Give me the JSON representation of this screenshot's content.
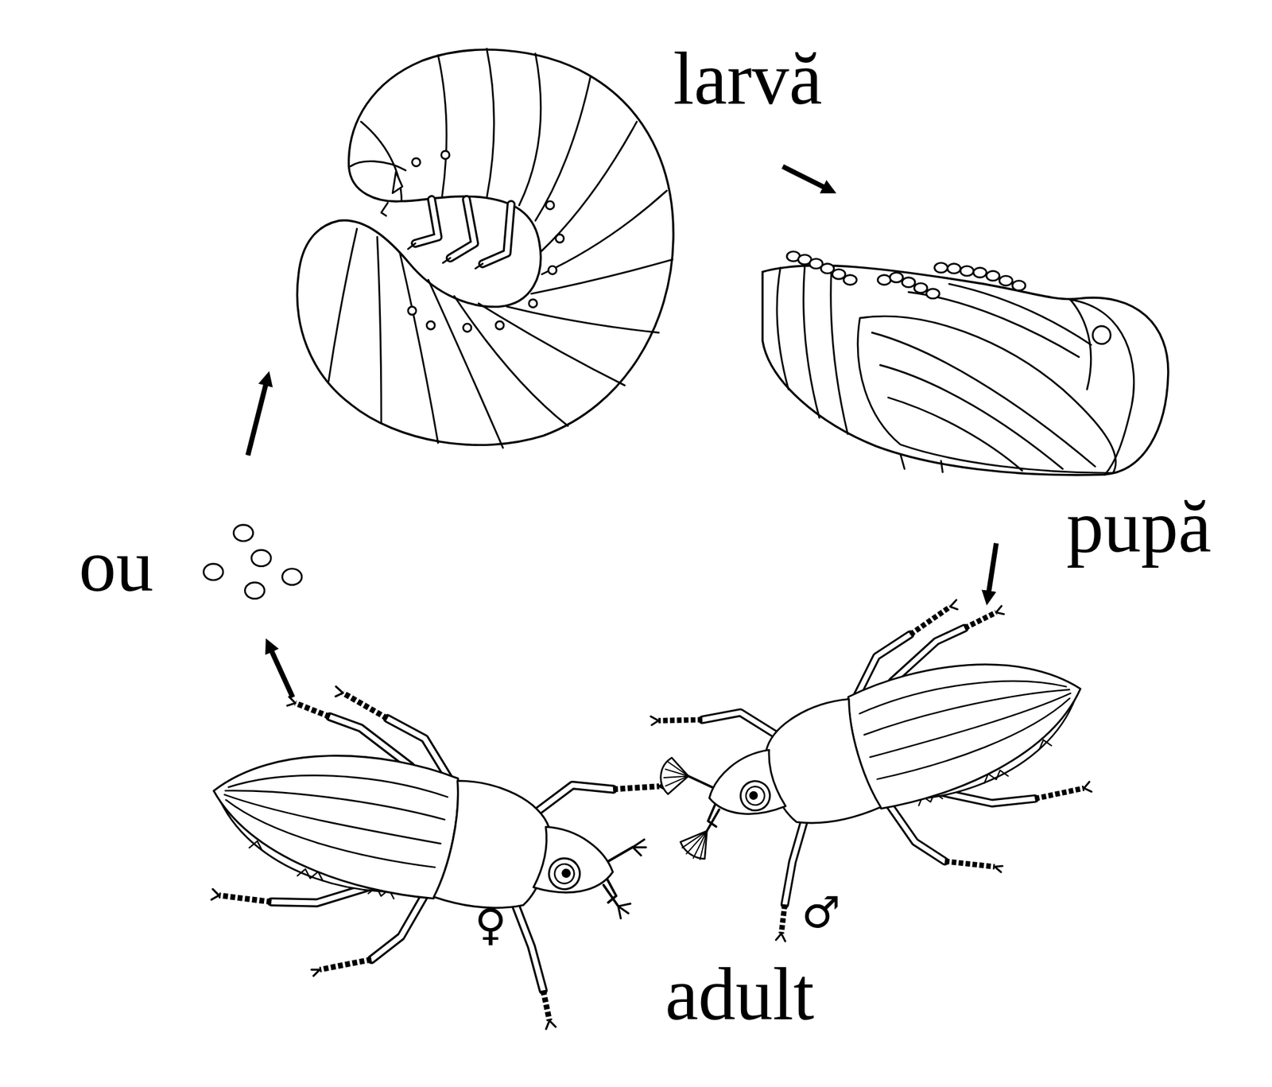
{
  "diagram": {
    "nodes": [
      {
        "text": [
          "ou"
        ]
      },
      {
        "text": [
          "larvă"
        ]
      },
      {
        "text": [
          "pupă"
        ]
      },
      {
        "text": [
          "adult"
        ]
      }
    ],
    "edges": [
      {
        "from": 0,
        "to": 1,
        "arrow": "to"
      },
      {
        "from": 1,
        "to": 2,
        "arrow": "to"
      },
      {
        "from": 2,
        "to": 3,
        "arrow": "to"
      },
      {
        "from": 3,
        "to": 0,
        "arrow": "to"
      }
    ],
    "labels": [
      "♀",
      "♂"
    ]
  }
}
